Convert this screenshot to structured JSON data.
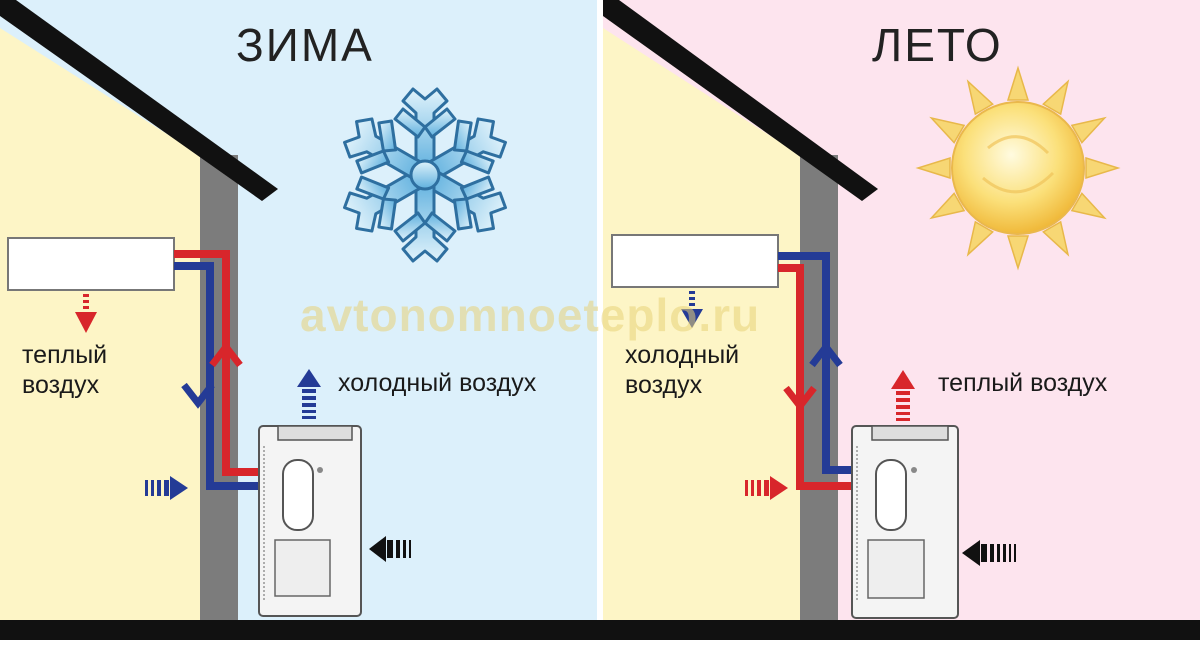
{
  "panels": {
    "winter": {
      "title": "ЗИМА",
      "indoor_label": "теплый\nвоздух",
      "outdoor_label": "холодный воздух"
    },
    "summer": {
      "title": "ЛЕТО",
      "indoor_label": "холодный\nвоздух",
      "outdoor_label": "теплый воздух"
    }
  },
  "watermark": "avtonomnoeteplo.ru",
  "colors": {
    "hot": "#d8262b",
    "cold": "#243b96",
    "winter_sky": "#dcf0fb",
    "summer_sky": "#fde4ee",
    "house_wall": "#fdf5c6",
    "wall_section": "#7c7c7c"
  },
  "icons": [
    "snowflake-icon",
    "sun-icon"
  ]
}
